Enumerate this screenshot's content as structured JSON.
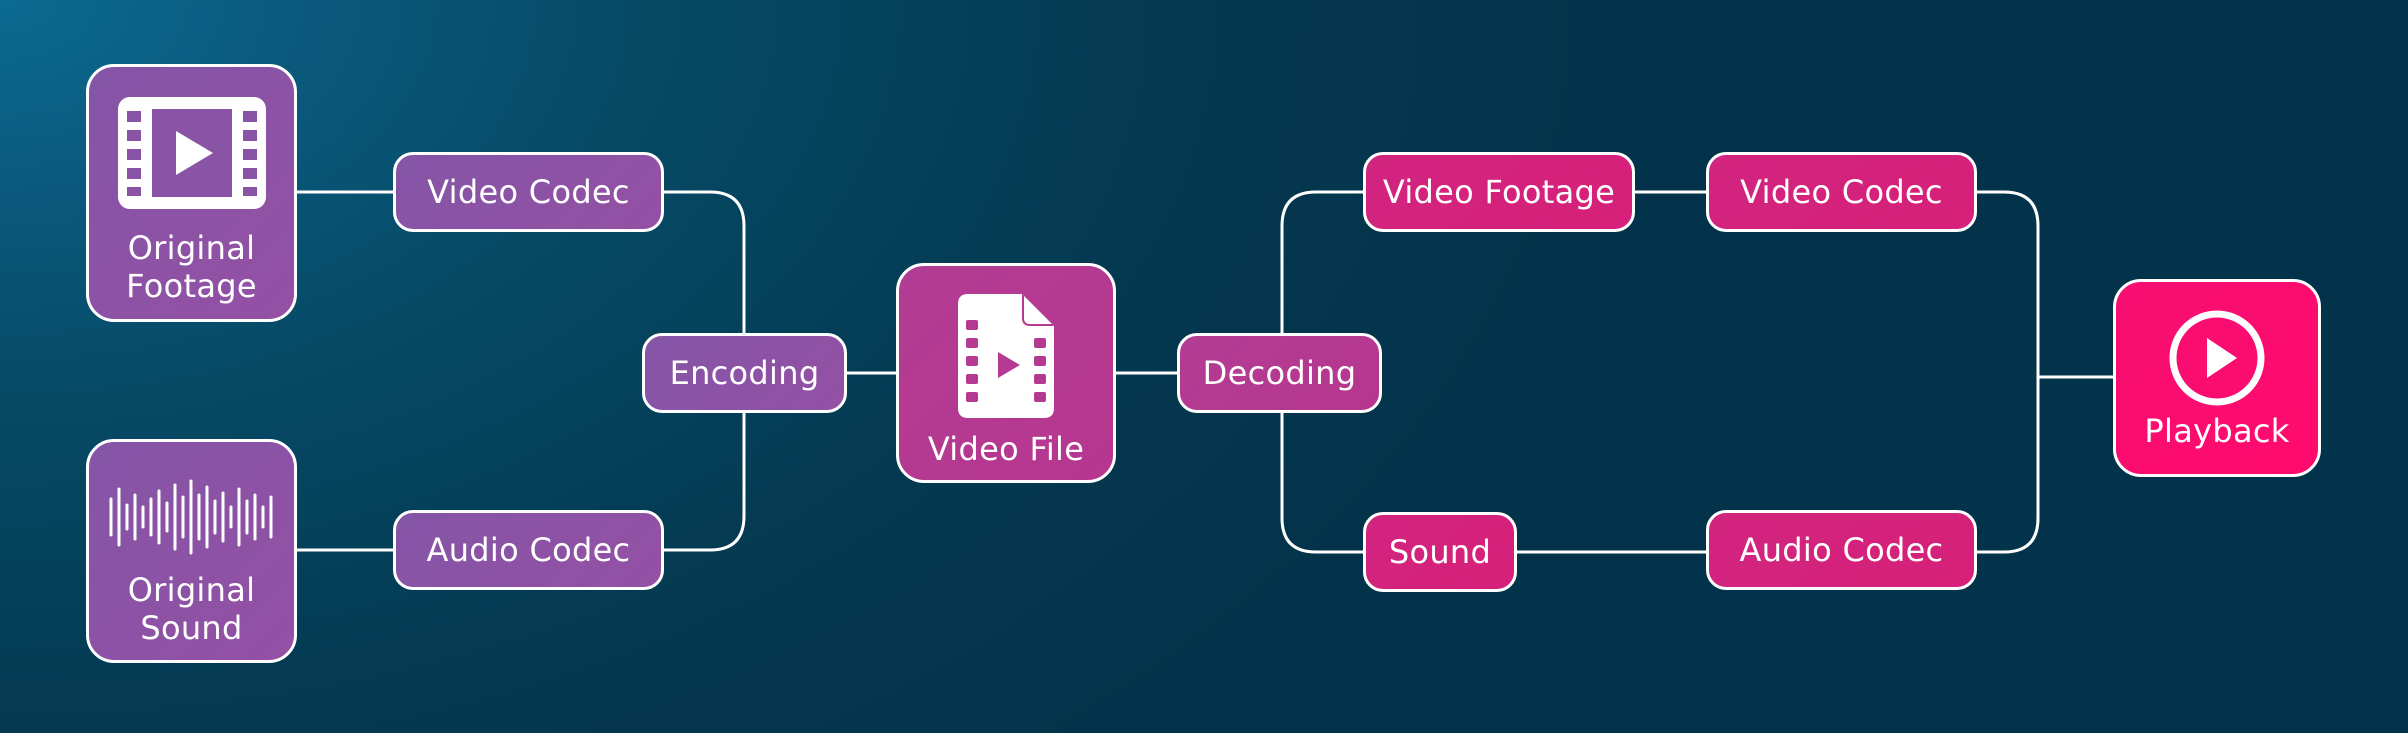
{
  "colors": {
    "background": "#043a52",
    "source_nodes": "#8a54a6",
    "encode_nodes": "#9a4ea0",
    "file_node": "#b43a92",
    "decode_nodes": "#d4227c",
    "playback_node": "#ff0a6c",
    "connector": "#ffffff"
  },
  "nodes": {
    "original_footage": {
      "label": "Original Footage",
      "icon": "film-strip-play-icon"
    },
    "original_sound": {
      "label": "Original Sound",
      "icon": "sound-wave-icon"
    },
    "video_codec_in": {
      "label": "Video Codec"
    },
    "audio_codec_in": {
      "label": "Audio Codec"
    },
    "encoding": {
      "label": "Encoding"
    },
    "video_file": {
      "label": "Video File",
      "icon": "video-file-icon"
    },
    "decoding": {
      "label": "Decoding"
    },
    "video_footage": {
      "label": "Video Footage"
    },
    "sound": {
      "label": "Sound"
    },
    "video_codec_out": {
      "label": "Video Codec"
    },
    "audio_codec_out": {
      "label": "Audio Codec"
    },
    "playback": {
      "label": "Playback",
      "icon": "play-circle-icon"
    }
  },
  "edges": [
    [
      "original_footage",
      "video_codec_in"
    ],
    [
      "original_sound",
      "audio_codec_in"
    ],
    [
      "video_codec_in",
      "encoding"
    ],
    [
      "audio_codec_in",
      "encoding"
    ],
    [
      "encoding",
      "video_file"
    ],
    [
      "video_file",
      "decoding"
    ],
    [
      "decoding",
      "video_footage"
    ],
    [
      "decoding",
      "sound"
    ],
    [
      "video_footage",
      "video_codec_out"
    ],
    [
      "sound",
      "audio_codec_out"
    ],
    [
      "video_codec_out",
      "playback"
    ],
    [
      "audio_codec_out",
      "playback"
    ]
  ]
}
